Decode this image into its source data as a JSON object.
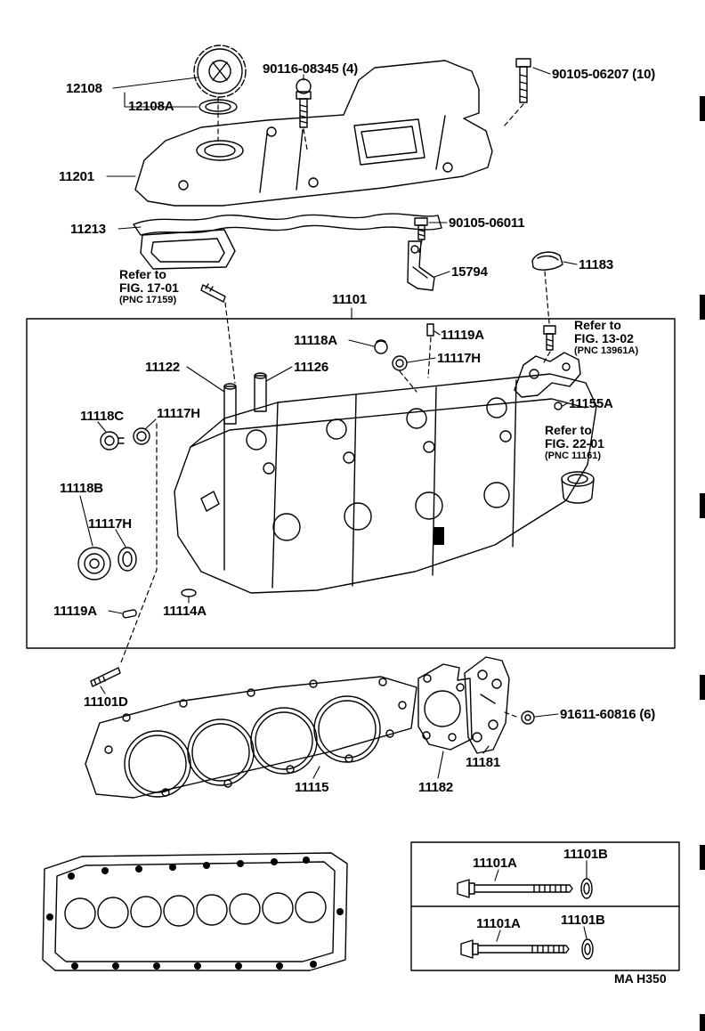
{
  "page": {
    "background": "#ffffff",
    "line_color": "#000000",
    "footer_code": "MA H350"
  },
  "callouts": {
    "p12108": "12108",
    "p12108A": "12108A",
    "p90116_08345": "90116-08345 (4)",
    "p90105_06207": "90105-06207 (10)",
    "p11201": "11201",
    "p11213": "11213",
    "p90105_06011": "90105-06011",
    "p15794": "15794",
    "p11183": "11183",
    "p11101": "11101",
    "p11118A": "11118A",
    "p11119A_top": "11119A",
    "p11117H_top": "11117H",
    "p11122": "11122",
    "p11126": "11126",
    "p11118C": "11118C",
    "p11117H_mid": "11117H",
    "p11155A": "11155A",
    "p11118B": "11118B",
    "p11117H_left": "11117H",
    "p11119A_bot": "11119A",
    "p11114A": "11114A",
    "p11101D": "11101D",
    "p91611_60816": "91611-60816 (6)",
    "p11181": "11181",
    "p11115": "11115",
    "p11182": "11182",
    "p11101A_row1": "11101A",
    "p11101B_row1": "11101B",
    "p11101A_row2": "11101A",
    "p11101B_row2": "11101B"
  },
  "references": {
    "fig17": {
      "line1": "Refer to",
      "line2": "FIG. 17-01",
      "line3": "(PNC 17159)"
    },
    "fig13": {
      "line1": "Refer to",
      "line2": "FIG. 13-02",
      "line3": "(PNC 13961A)"
    },
    "fig22": {
      "line1": "Refer to",
      "line2": "FIG. 22-01",
      "line3": "(PNC 11161)"
    }
  }
}
